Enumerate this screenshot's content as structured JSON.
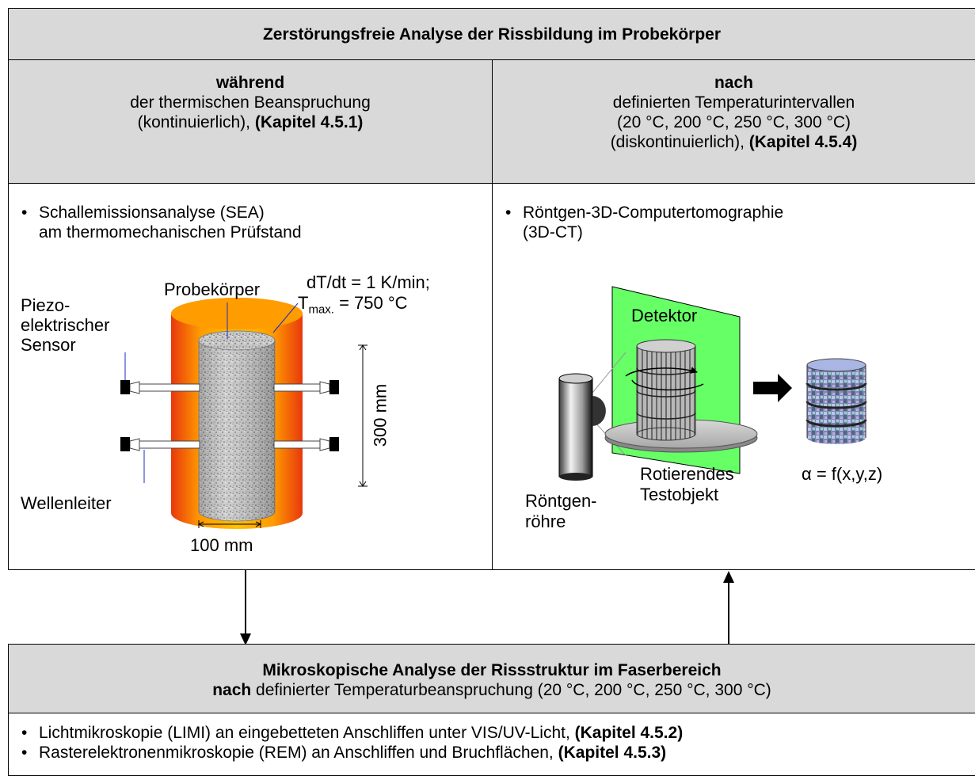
{
  "top": {
    "title": "Zerstörungsfreie Analyse der Rissbildung im Probekörper",
    "left_header": {
      "bold": "während",
      "line2": "der thermischen Beanspruchung",
      "line3_plain": "(kontinuierlich), ",
      "line3_bold": "(Kapitel 4.5.1)"
    },
    "right_header": {
      "bold": "nach",
      "line2": "definierten Temperaturintervallen",
      "line3": "(20 °C, 200 °C, 250 °C, 300 °C)",
      "line4_plain": "(diskontinuierlich), ",
      "line4_bold": "(Kapitel 4.5.4)"
    },
    "left_body": {
      "bullet_line1": "Schallemissionsanalyse (SEA)",
      "bullet_line2": "am thermomechanischen Prüfstand",
      "labels": {
        "probekoerper": "Probekörper",
        "rate": "dT/dt = 1 K/min;",
        "tmax_T": "T",
        "tmax_sub": "max.",
        "tmax_val": " = 750 °C",
        "sensor_1": "Piezo-",
        "sensor_2": "elektrischer",
        "sensor_3": "Sensor",
        "height": "300 mm",
        "wellenleiter": "Wellenleiter",
        "width": "100 mm"
      }
    },
    "right_body": {
      "bullet_line1": "Röntgen-3D-Computertomographie",
      "bullet_line2": "(3D-CT)",
      "labels": {
        "detektor": "Detektor",
        "rot_1": "Rotierendes",
        "rot_2": "Testobjekt",
        "tube_1": "Röntgen-",
        "tube_2": "röhre",
        "formula": "α = f(x,y,z)"
      }
    }
  },
  "bottom": {
    "title": "Mikroskopische Analyse der Rissstruktur im Faserbereich",
    "subtitle_bold": "nach",
    "subtitle_rest": " definierter Temperaturbeanspruchung (20 °C, 200 °C, 250 °C, 300 °C)",
    "items": [
      {
        "plain": "Lichtmikroskopie (LIMI) an eingebetteten Anschliffen unter VIS/UV-Licht, ",
        "bold": "(Kapitel 4.5.2)"
      },
      {
        "plain": "Rasterelektronenmikroskopie (REM) an Anschliffen und Bruchflächen, ",
        "bold": "(Kapitel 4.5.3)"
      }
    ]
  },
  "colors": {
    "header_gray": "#d9d9d9",
    "furnace_outer": "#e8380d",
    "furnace_inner": "#ffb000",
    "detector_green": "#66ff66"
  }
}
